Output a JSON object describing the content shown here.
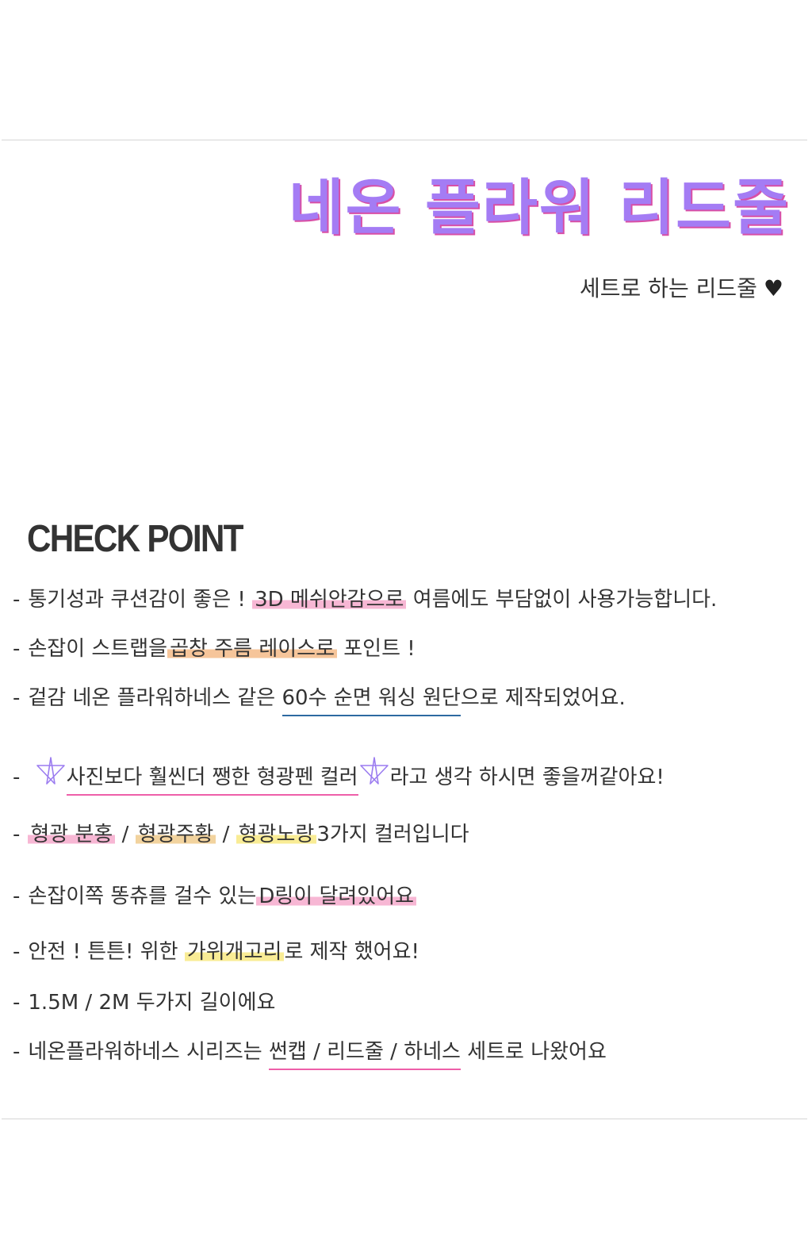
{
  "header": {
    "title": "네온 플라워 리드줄",
    "subtitle": "세트로 하는 리드줄",
    "heart": "♥"
  },
  "section": {
    "heading": "CHECK POINT"
  },
  "points": {
    "dash": "-",
    "p1": {
      "a": "통기성과 쿠션감이 좋은 !",
      "b": "3D 메쉬안감으로",
      "c": "여름에도 부담없이  사용가능합니다."
    },
    "p2": {
      "a": "손잡이 스트랩을",
      "b": "곱창 주름 레이스로",
      "c": "포인트 !"
    },
    "p3": {
      "a": "겉감 네온 플라워하네스 같은",
      "b": "60수 순면 워싱 원단",
      "c": "으로 제작되었어요."
    },
    "p4": {
      "b": "사진보다 훨씬더 쨍한  형광펜 컬러",
      "c": "라고 생각 하시면 좋을꺼같아요!"
    },
    "p5": {
      "c1": "형광 분홍",
      "s1": "/",
      "c2": "형광주황",
      "s2": "/",
      "c3": "형광노랑",
      "d": "3가지 컬러입니다"
    },
    "p6": {
      "a": "손잡이쪽 똥츄를 걸수 있는",
      "b": "D링이 달려있어요"
    },
    "p7": {
      "a": "안전 ! 튼튼! 위한",
      "b": "가위개고리",
      "c": "로 제작 했어요!"
    },
    "p8": {
      "a": "1.5M / 2M  두가지 길이에요"
    },
    "p9": {
      "a": "네온플라워하네스 시리즈는",
      "b": "썬캡 / 리드줄  / 하네스",
      "c": "세트로 나왔어요"
    }
  },
  "colors": {
    "title": "#a47cf4",
    "title_shadow": "#d84fa6",
    "highlight_pink": "#f7b7d4",
    "highlight_orange": "#f6c59a",
    "highlight_tan": "#f2d39e",
    "highlight_yellow": "#f9ec95",
    "underline_blue": "#2d6aa1",
    "underline_pink": "#ee5fa9",
    "star": "#9b7cf0"
  },
  "icons": {
    "heart": "heart-icon",
    "star": "star-doodle-icon"
  }
}
